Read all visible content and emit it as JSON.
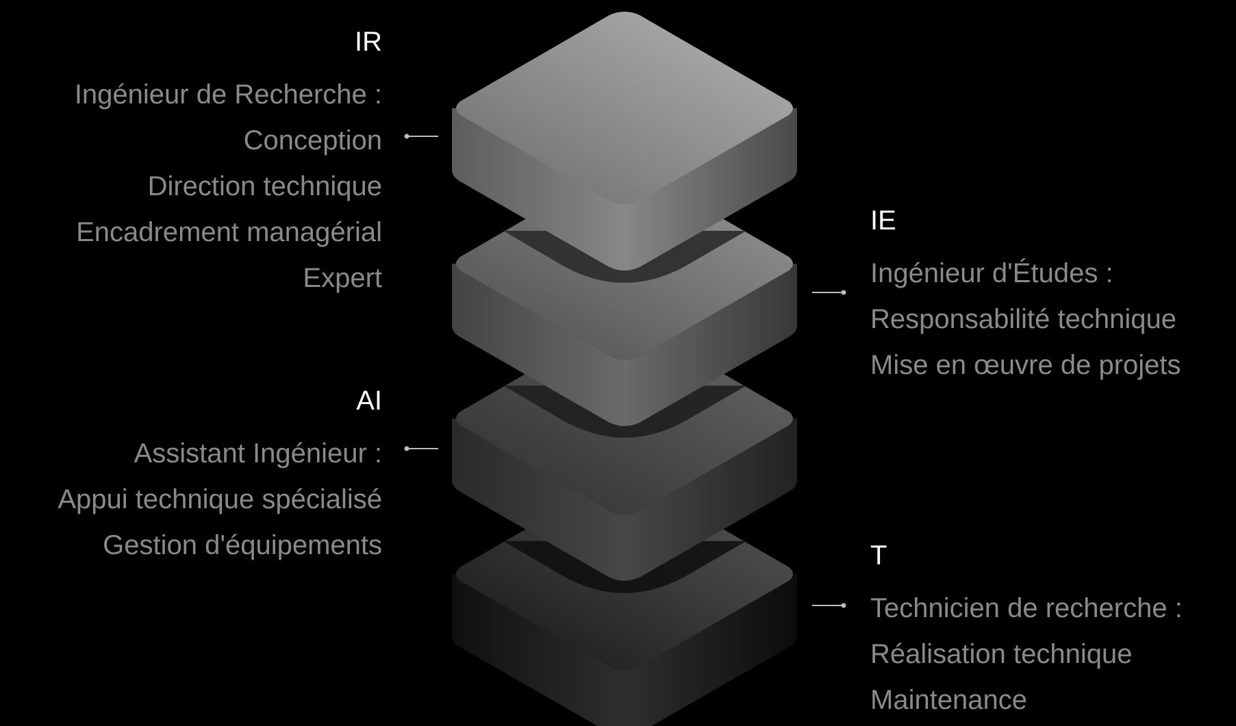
{
  "diagram": {
    "colors": {
      "background": "#000000",
      "code_text": "#ffffff",
      "description_text": "#8a8a8a",
      "connector": "#bdbdbd"
    },
    "levels": [
      {
        "code": "IR",
        "lines": [
          "Ingénieur de Recherche :",
          "Conception",
          "Direction technique",
          "Encadrement managérial",
          "Expert"
        ]
      },
      {
        "code": "IE",
        "lines": [
          "Ingénieur d'Études :",
          "Responsabilité technique",
          "Mise en œuvre de projets"
        ]
      },
      {
        "code": "AI",
        "lines": [
          "Assistant Ingénieur :",
          "Appui technique spécialisé",
          "Gestion d'équipements"
        ]
      },
      {
        "code": "T",
        "lines": [
          "Technicien de recherche :",
          "Réalisation technique",
          "Maintenance"
        ]
      }
    ]
  }
}
